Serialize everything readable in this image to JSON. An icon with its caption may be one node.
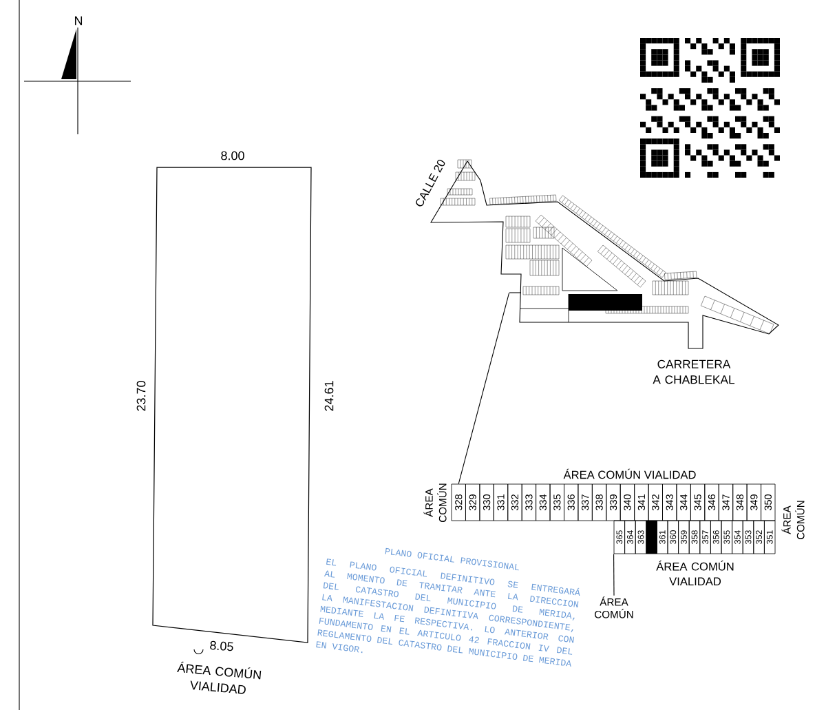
{
  "diagram": {
    "nodes": [
      {
        "text": [],
        "shape": "picture"
      },
      {
        "text": [
          "328"
        ]
      },
      {
        "text": [
          "329"
        ]
      },
      {
        "text": [
          "330"
        ]
      },
      {
        "text": [
          "331"
        ]
      },
      {
        "text": [
          "332"
        ]
      },
      {
        "text": [
          "333"
        ]
      },
      {
        "text": [
          "334"
        ]
      },
      {
        "text": [
          "335"
        ]
      },
      {
        "text": [
          "336"
        ]
      },
      {
        "text": [
          "337"
        ]
      },
      {
        "text": [
          "338"
        ]
      },
      {
        "text": [
          "339"
        ]
      },
      {
        "text": [
          "340"
        ]
      },
      {
        "text": [
          "341"
        ]
      },
      {
        "text": [
          "342"
        ]
      },
      {
        "text": [
          "343"
        ]
      },
      {
        "text": [
          "344"
        ]
      },
      {
        "text": [
          "345"
        ]
      },
      {
        "text": [
          "346"
        ]
      },
      {
        "text": [
          "347"
        ]
      },
      {
        "text": [
          "348"
        ]
      },
      {
        "text": [
          "349"
        ]
      },
      {
        "text": [
          "350"
        ]
      },
      {
        "text": [
          "365"
        ]
      },
      {
        "text": [
          "364"
        ]
      },
      {
        "text": [
          "363"
        ]
      },
      {
        "text": [],
        "shape": "box"
      },
      {
        "text": [
          "361"
        ]
      },
      {
        "text": [
          "360"
        ]
      },
      {
        "text": [
          "359"
        ]
      },
      {
        "text": [
          "358"
        ]
      },
      {
        "text": [
          "357"
        ]
      },
      {
        "text": [
          "356"
        ]
      },
      {
        "text": [
          "355"
        ]
      },
      {
        "text": [
          "354"
        ]
      },
      {
        "text": [
          "353"
        ]
      },
      {
        "text": [
          "352"
        ]
      },
      {
        "text": [
          "351"
        ]
      },
      {
        "text": [
          "ÁREA COMÚN"
        ]
      },
      {
        "text": [],
        "shape": "box"
      }
    ],
    "edges": [
      {
        "from": 0,
        "to": 1,
        "arrow": "none"
      },
      {
        "from": 39,
        "to": 24,
        "arrow": "none"
      }
    ],
    "labels": [
      "N",
      "8.00",
      "CALLE 20",
      "CARRETERA A CHABLEKAL",
      "23.70",
      "24.61",
      "ÁREA COMÚN VIALIDAD",
      "ÁREA COMÚN",
      "ÁREA COMÚN",
      "ÁREA COMÚN VIALIDAD",
      "PLANO OFICIAL PROVISIONAL",
      "EL PLANO OFICIAL DEFINITIVO SE ENTREGARÁ AL MOMENTO DE TRAMITAR ANTE LA DIRECCION DEL CATASTRO DEL MUNICIPIO DE MERIDA, LA MANIFESTACION DEFINITIVA CORRESPONDIENTE, MEDIANTE LA FE RESPECTIVA. LO ANTERIOR CON FUNDAMENTO EN EL ARTICULO 42 FRACCION IV DEL REGLAMENTO DEL CATASTRO DEL MUNICIPIO DE MERIDA EN VIGOR.",
      "8.05",
      "ÁREA COMÚN VIALIDAD"
    ]
  }
}
